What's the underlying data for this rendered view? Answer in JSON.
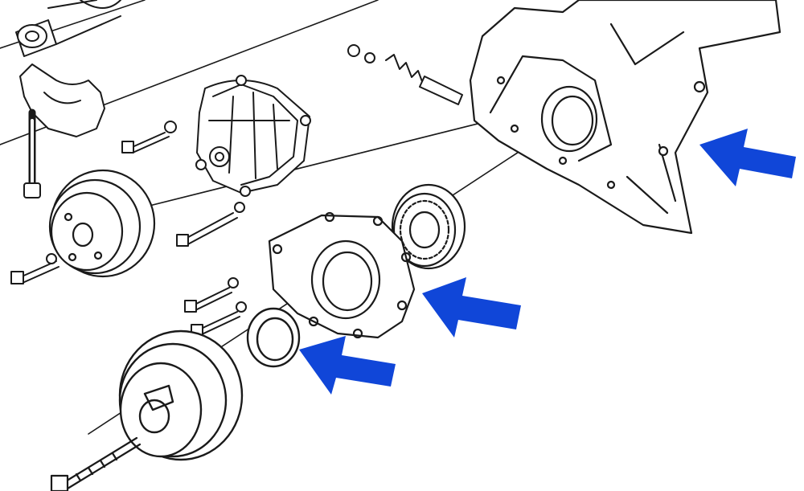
{
  "diagram": {
    "kind": "exploded-view line drawing",
    "background": "#ffffff",
    "ink_color": "#1a1a1a",
    "arrow_color": "#1046d8",
    "components": [
      {
        "id": "crankshaft",
        "icon": "crankshaft-icon"
      },
      {
        "id": "main-bearing-cap",
        "icon": "bearing-cap-icon"
      },
      {
        "id": "water-pump",
        "icon": "water-pump-icon"
      },
      {
        "id": "water-pump-pulley",
        "icon": "pulley-icon"
      },
      {
        "id": "timing-cover",
        "icon": "timing-cover-icon"
      },
      {
        "id": "crankshaft-sprocket",
        "icon": "gear-icon"
      },
      {
        "id": "front-oil-seal",
        "icon": "seal-ring-icon"
      },
      {
        "id": "crankshaft-pulley",
        "icon": "pulley-icon"
      },
      {
        "id": "engine-block-front-plate",
        "icon": "engine-plate-icon"
      },
      {
        "id": "oil-pressure-relief-spring",
        "icon": "spring-icon"
      },
      {
        "id": "bolts",
        "icon": "bolt-icon"
      }
    ],
    "callout_arrows": [
      {
        "points_to": "engine-block-front-plate",
        "icon": "arrow-left-icon"
      },
      {
        "points_to": "crankshaft-sprocket",
        "icon": "arrow-left-icon"
      },
      {
        "points_to": "front-oil-seal",
        "icon": "arrow-left-icon"
      }
    ]
  }
}
